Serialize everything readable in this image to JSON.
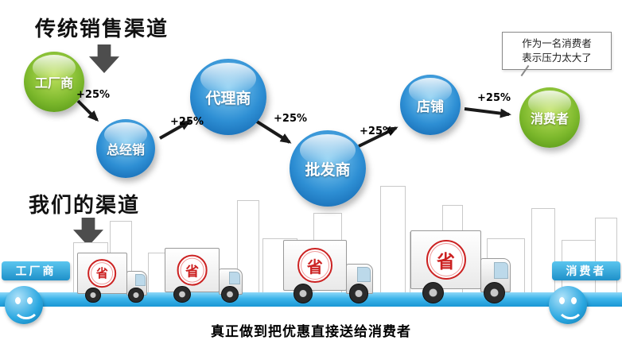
{
  "top": {
    "title": "传统销售渠道",
    "increment_label": "+25%",
    "nodes": [
      {
        "label": "工厂商"
      },
      {
        "label": "总经销"
      },
      {
        "label": "代理商"
      },
      {
        "label": "批发商"
      },
      {
        "label": "店铺"
      },
      {
        "label": "消费者"
      }
    ],
    "callout": {
      "line1": "作为一名消费者",
      "line2": "表示压力太大了"
    }
  },
  "bottom": {
    "title": "我们的渠道",
    "left_banner": "工厂商",
    "right_banner": "消费者",
    "truck_badge": "省",
    "caption": "真正做到把优惠直接送给消费者"
  },
  "colors": {
    "green": "#7cb82c",
    "blue": "#2e8fd4",
    "road_blue": "#2aa7e0",
    "badge_red": "#cc2222"
  }
}
